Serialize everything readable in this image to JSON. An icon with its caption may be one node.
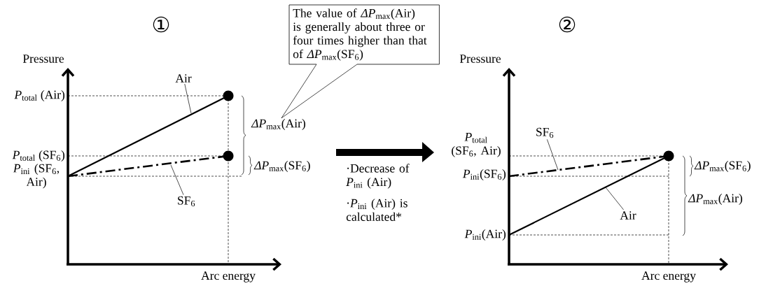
{
  "diagram": {
    "nodes": [
      {
        "text": [
          "The value of *ΔP*$_{max}$(Air) is generally about three or four times higher than that of *ΔP*$_{max}$(SF$_{6}$)"
        ]
      },
      {
        "text": [
          "*ΔP*$_{max}$(Air)"
        ]
      },
      {
        "text": [
          "Air"
        ]
      },
      {
        "text": [
          "SF$_{6}$"
        ]
      },
      {
        "text": [
          "SF$_{6}$"
        ]
      },
      {
        "text": [
          "Air"
        ]
      }
    ],
    "edges": [
      {
        "from": 0,
        "to": 1,
        "arrow": "none"
      },
      {
        "from": 2,
        "to": null,
        "arrow": "none"
      },
      {
        "from": 3,
        "to": null,
        "arrow": "none"
      },
      {
        "from": 4,
        "to": null,
        "arrow": "none"
      },
      {
        "from": 5,
        "to": null,
        "arrow": "none"
      }
    ],
    "labels": [
      "①",
      "Pressure",
      "*P*$_{total}$ (Air)",
      "*P*$_{total}$ (SF$_{6}$)",
      "*P*$_{ini}$ (SF$_{6}$, Air)",
      "*ΔP*$_{max}$(SF$_{6}$)",
      "Arc energy",
      "·Decrease of *P*$_{ini}$ (Air)",
      "·*P*$_{ini}$ (Air) is calculated*",
      "②",
      "Pressure",
      "*P*$_{total}$ (SF$_{6}$, Air)",
      "*P*$_{ini}$(SF$_{6}$)",
      "*P*$_{ini}$(Air)",
      "*ΔP*$_{max}$(SF$_{6}$)",
      "*ΔP*$_{max}$(Air)",
      "Arc energy"
    ]
  }
}
